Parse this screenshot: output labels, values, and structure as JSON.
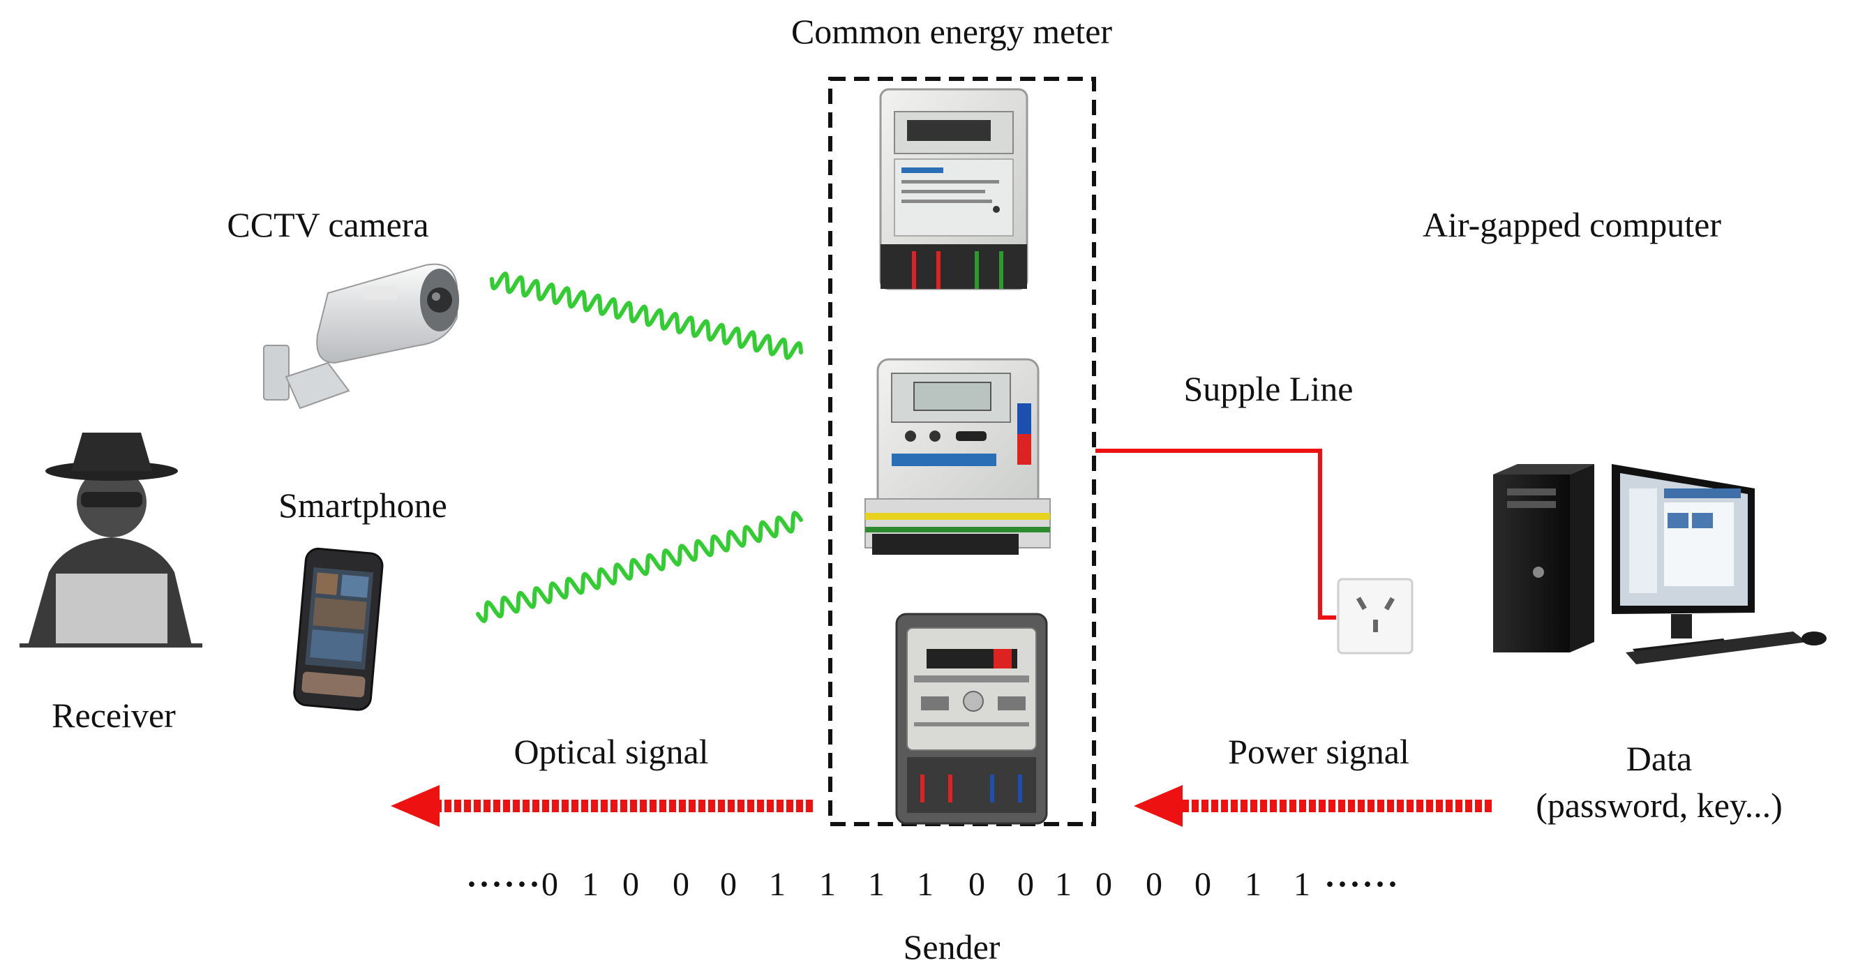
{
  "labels": {
    "meter_title": "Common energy meter",
    "cctv": "CCTV camera",
    "smartphone": "Smartphone",
    "receiver": "Receiver",
    "air_gapped": "Air-gapped computer",
    "supply_line": "Supple Line",
    "optical_signal": "Optical signal",
    "power_signal": "Power signal",
    "data_line1": "Data",
    "data_line2": "(password, key...)",
    "sender": "Sender"
  },
  "bitstream": {
    "lead": "······",
    "trail": "······",
    "bits": [
      "0",
      "1",
      "0",
      "0",
      "0",
      "1",
      "1",
      "1",
      "1",
      "0",
      "0",
      "1",
      "0",
      "0",
      "0",
      "1",
      "1"
    ]
  },
  "colors": {
    "wave": "#33cc33",
    "signal_arrow": "#ee1111",
    "supply_line": "#ee1111",
    "dashed_box": "#111111"
  },
  "icons": {
    "receiver": "hacker-icon",
    "camera": "cctv-camera-icon",
    "phone": "smartphone-icon",
    "computer": "desktop-computer-icon",
    "socket": "wall-socket-icon",
    "meters": [
      "energy-meter-icon",
      "energy-meter-icon",
      "energy-meter-icon"
    ]
  }
}
